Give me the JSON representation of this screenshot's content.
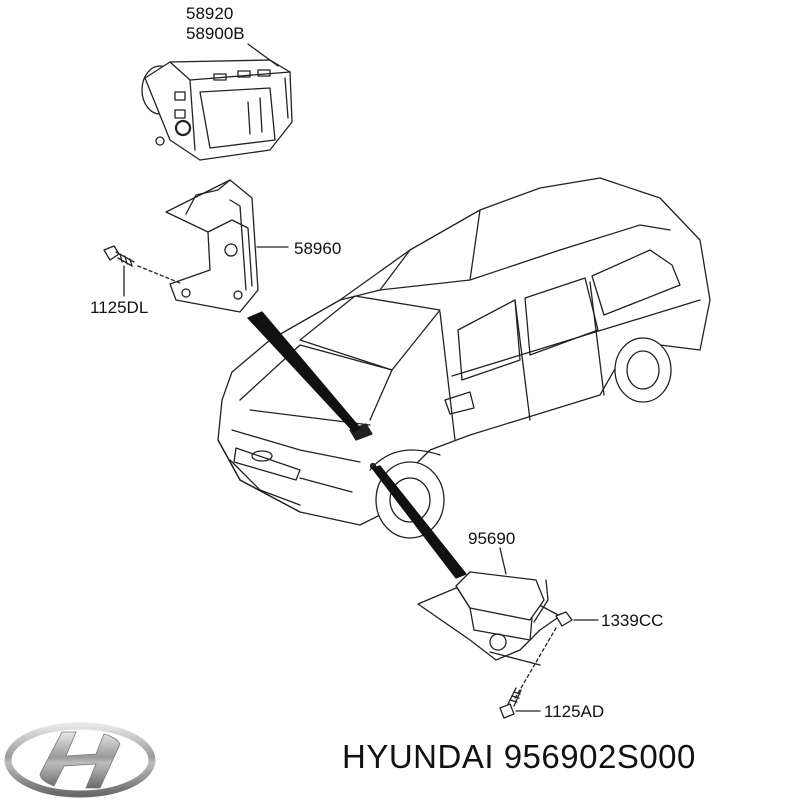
{
  "diagram": {
    "callouts": {
      "hecu_part_a": "58920",
      "hecu_part_b": "58900B",
      "bracket": "58960",
      "bracket_bolt": "1125DL",
      "sensor": "95690",
      "sensor_nut": "1339CC",
      "sensor_bolt": "1125AD"
    },
    "footer": {
      "brand": "HYUNDAI",
      "part_number": "956902S000",
      "logo_icon": "hyundai-logo-icon"
    }
  }
}
